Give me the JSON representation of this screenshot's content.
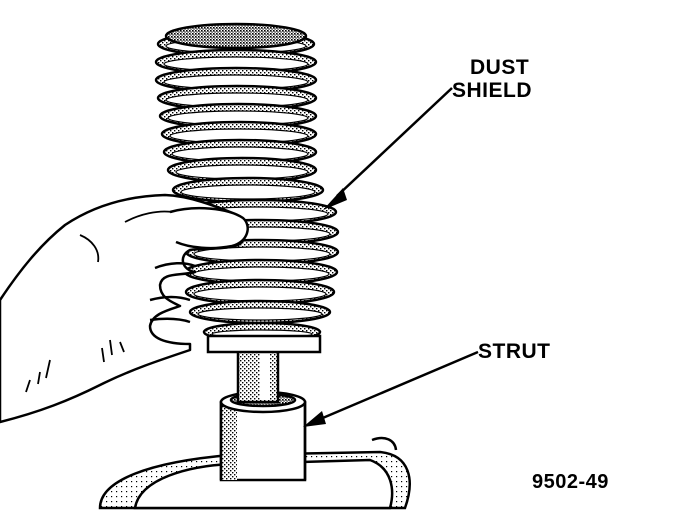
{
  "labels": {
    "dust_shield_line1": "DUST",
    "dust_shield_line2": "SHIELD",
    "strut": "STRUT"
  },
  "figure_number": "9502-49",
  "colors": {
    "ink": "#000000",
    "paper": "#ffffff",
    "shade": "#8c8c8c"
  }
}
